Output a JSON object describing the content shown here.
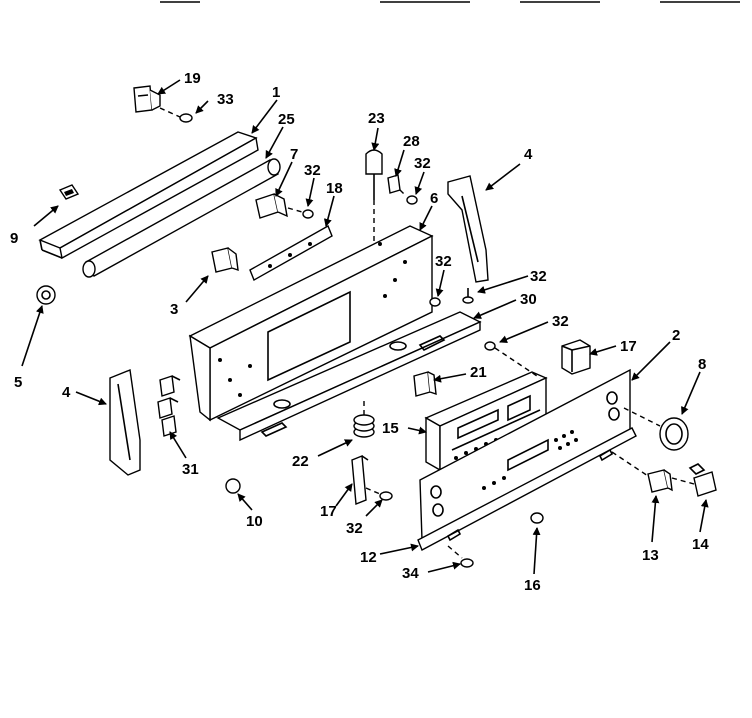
{
  "callouts": {
    "c1": "1",
    "c2": "2",
    "c3": "3",
    "c4a": "4",
    "c4b": "4",
    "c5": "5",
    "c6": "6",
    "c7": "7",
    "c8": "8",
    "c9": "9",
    "c10": "10",
    "c12": "12",
    "c13": "13",
    "c14": "14",
    "c15": "15",
    "c16": "16",
    "c17a": "17",
    "c17b": "17",
    "c18": "18",
    "c19": "19",
    "c21": "21",
    "c22": "22",
    "c23": "23",
    "c25": "25",
    "c28": "28",
    "c30": "30",
    "c31": "31",
    "c32a": "32",
    "c32b": "32",
    "c32c": "32",
    "c32d": "32",
    "c32e": "32",
    "c32f": "32",
    "c33": "33",
    "c34": "34"
  }
}
